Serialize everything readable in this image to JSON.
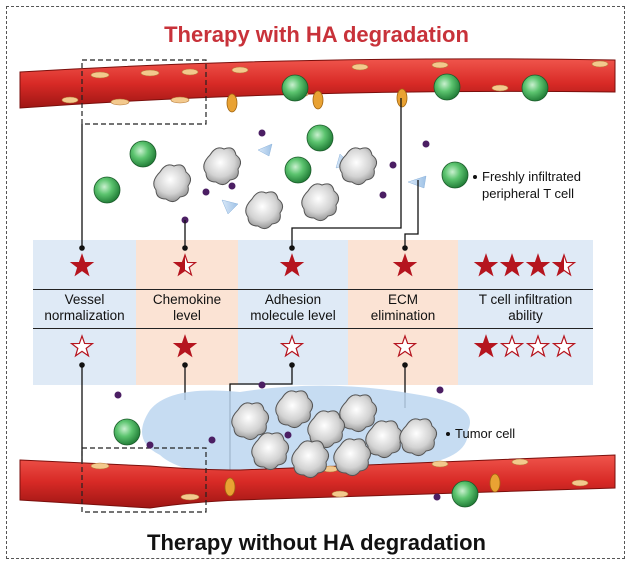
{
  "title_top": "Therapy with HA degradation",
  "title_bottom": "Therapy without HA degradation",
  "legend": {
    "t_cell_line1": "Freshly infiltrated",
    "t_cell_line2": "peripheral T cell",
    "tumor_cell": "Tumor cell"
  },
  "colors": {
    "title_red": "#c8323a",
    "vessel": "#d82a26",
    "star": "#b5151f",
    "column_blue": "#dfeaf6",
    "column_peach": "#fbe3d4",
    "t_cell": "#3fb35a",
    "particle": "#4b1e63"
  },
  "table": {
    "columns": [
      {
        "line1": "Vessel",
        "line2": "normalization",
        "with_ha_stars": 1,
        "without_ha_stars": 0,
        "max_stars": 1
      },
      {
        "line1": "Chemokine",
        "line2": "level",
        "with_ha_stars": 0.5,
        "without_ha_stars": 1,
        "max_stars": 1
      },
      {
        "line1": "Adhesion",
        "line2": "molecule level",
        "with_ha_stars": 1,
        "without_ha_stars": 0,
        "max_stars": 1
      },
      {
        "line1": "ECM",
        "line2": "elimination",
        "with_ha_stars": 1,
        "without_ha_stars": 0,
        "max_stars": 1
      },
      {
        "line1": "T cell infiltration",
        "line2": "ability",
        "with_ha_stars": 3.5,
        "without_ha_stars": 1,
        "max_stars": 4
      }
    ]
  }
}
